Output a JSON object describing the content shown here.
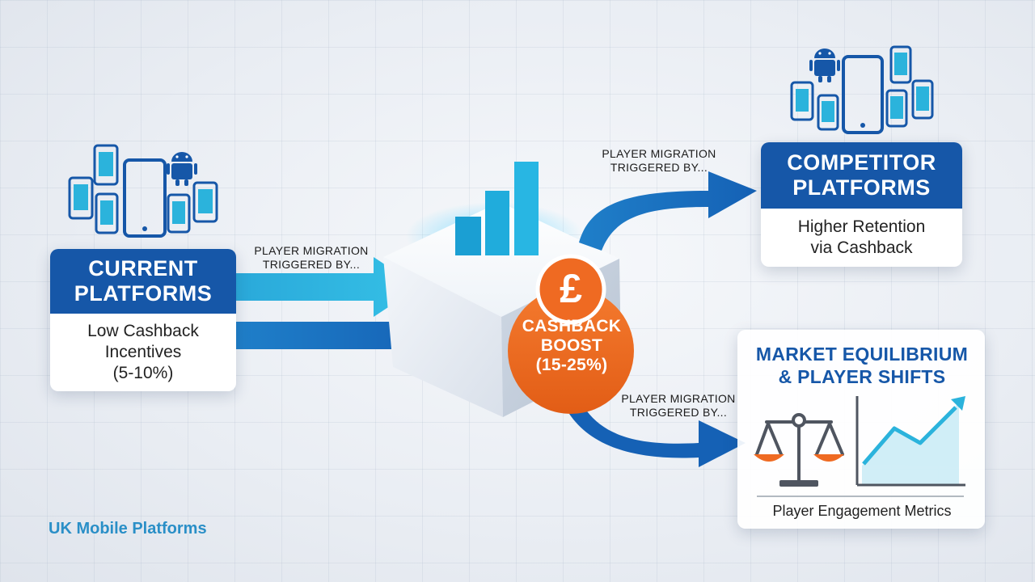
{
  "current": {
    "title_lines": [
      "CURRENT",
      "PLATFORMS"
    ],
    "desc_lines": [
      "Low Cashback",
      "Incentives",
      "(5-10%)"
    ]
  },
  "competitor": {
    "title_lines": [
      "COMPETITOR",
      "PLATFORMS"
    ],
    "desc_lines": [
      "Higher Retention",
      "via Cashback"
    ]
  },
  "hub": {
    "symbol": "£",
    "label_lines": [
      "CASHBACK",
      "BOOST",
      "(15-25%)"
    ]
  },
  "migrations": [
    {
      "lines": [
        "PLAYER MIGRATION",
        "TRIGGERED BY..."
      ]
    },
    {
      "lines": [
        "PLAYER MIGRATION",
        "TRIGGERED BY..."
      ]
    },
    {
      "lines": [
        "PLAYER MIGRATION",
        "TRIGGERED BY..."
      ]
    }
  ],
  "equilibrium": {
    "title_lines": [
      "MARKET EQUILIBRIUM",
      "& PLAYER SHIFTS"
    ],
    "caption": "Player Engagement Metrics"
  },
  "footer": "UK Mobile Platforms",
  "colors": {
    "brand_blue": "#1657a8",
    "cyan": "#2bb3dc",
    "orange": "#ef6a22",
    "footer_blue": "#2a8fc7"
  },
  "icons": [
    "phone-icon",
    "tablet-icon",
    "android-icon",
    "bar-chart-icon",
    "pound-icon",
    "scale-icon",
    "trend-up-icon"
  ]
}
